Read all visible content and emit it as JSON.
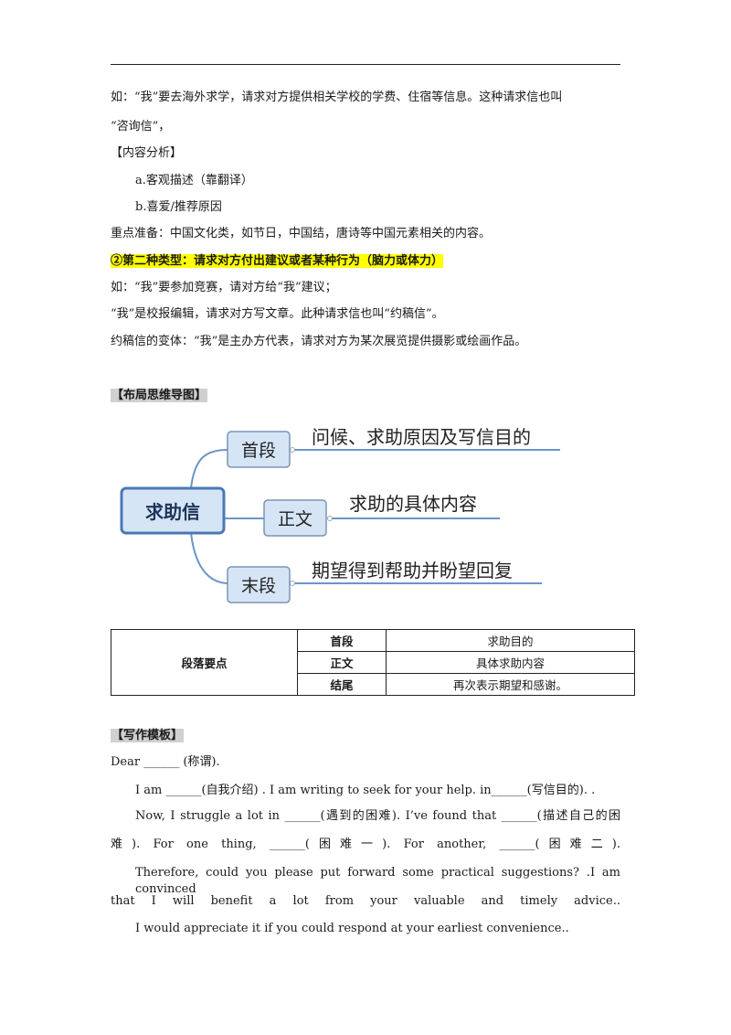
{
  "intro": {
    "line1": "如：“我”要去海外求学，请求对方提供相关学校的学费、住宿等信息。这种请求信也叫",
    "line2": "“咨询信”，",
    "analysis_heading": "【内容分析】",
    "item_a": "a.客观描述（靠翻译）",
    "item_b": "b.喜爱/推荐原因",
    "focus": "重点准备：中国文化类，如节日，中国结，唐诗等中国元素相关的内容。"
  },
  "type2": {
    "heading": "②第二种类型：请求对方付出建议或者某种行为（脑力或体力）",
    "ex1": "如：“我”要参加竞赛，请对方给“我”建议；",
    "ex2": "“我”是校报编辑，请求对方写文章。此种请求信也叫“约稿信”。",
    "ex3": "约稿信的变体：“我”是主办方代表，请求对方为某次展览提供摄影或绘画作品。"
  },
  "mindmap": {
    "heading": "【布局思维导图】",
    "center": "求助信",
    "nodes": [
      {
        "label": "首段",
        "desc": "问候、求助原因及写信目的"
      },
      {
        "label": "正文",
        "desc": "求助的具体内容"
      },
      {
        "label": "末段",
        "desc": "期望得到帮助并盼望回复"
      }
    ],
    "colors": {
      "node_fill": "#d6e5f5",
      "node_border": "#7b93b5",
      "center_border": "#4a78b5",
      "line": "#6b95c8"
    }
  },
  "table": {
    "header": "段落要点",
    "rows": [
      {
        "key": "首段",
        "value": "求助目的"
      },
      {
        "key": "正文",
        "value": "具体求助内容"
      },
      {
        "key": "结尾",
        "value": "再次表示期望和感谢。"
      }
    ]
  },
  "template": {
    "heading": "【写作模板】",
    "l1": "Dear ______ (称谓).",
    "l2": "I am ______(自我介绍) . I am writing to seek for your help. in______(写信目的). .",
    "l3": "Now, I struggle a lot in ______(遇到的困难). I’ve found that ______(描述自己的困",
    "l4": "难). For one thing, ______(困难一). For another, ______(困难二).",
    "l5": "Therefore, could you please put forward some practical suggestions? .I am convinced",
    "l6": "that I will benefit a lot from your valuable and timely advice..",
    "l7": "I would appreciate it if you could respond at your earliest convenience.."
  }
}
